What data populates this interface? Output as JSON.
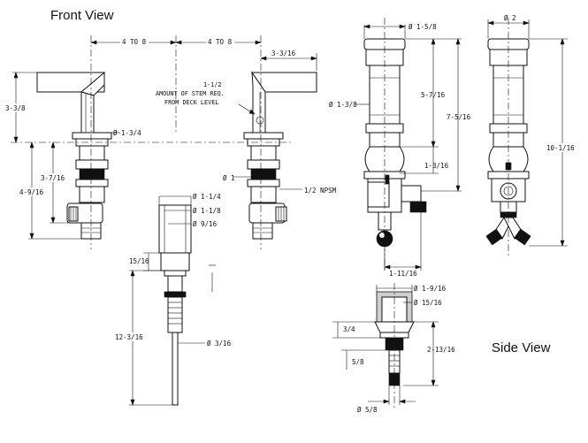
{
  "titles": {
    "front": "Front View",
    "side": "Side View"
  },
  "dims": {
    "front_4to8_left": "4 TO 8",
    "front_4to8_right": "4 TO 8",
    "front_3_3_16": "3-3/16",
    "front_3_3_8": "3-3/8",
    "front_1_3_4": "Ø 1-3/4",
    "front_3_7_16": "3-7/16",
    "front_4_9_16": "4-9/16",
    "front_1_1_4": "Ø 1-1/4",
    "front_1_1_8": "Ø 1-1/8",
    "front_9_16": "Ø 9/16",
    "front_15_16": "15/16",
    "front_12_3_16": "12-3/16",
    "front_3_16": "Ø 3/16",
    "front_dia1": "Ø 1",
    "front_npsm": "1/2 NPSM",
    "side_1_5_8": "Ø 1-5/8",
    "side_2": "Ø 2",
    "side_1_3_8": "Ø 1-3/8",
    "side_5_7_16": "5-7/16",
    "side_7_5_16": "7-5/16",
    "side_10_1_16": "10-1/16",
    "side_1_3_16": "1-3/16",
    "side_1_11_16": "1-11/16",
    "side_1_9_16": "Ø 1-9/16",
    "side_15_16": "Ø 15/16",
    "side_3_4": "3/4",
    "side_2_13_16": "2-13/16",
    "side_5_8": "5/8",
    "side_dia_5_8": "Ø 5/8"
  },
  "notes": {
    "stem_1": "1-1/2",
    "stem_2": "AMOUNT OF STEM REQ.",
    "stem_3": "FROM DECK LEVEL"
  }
}
